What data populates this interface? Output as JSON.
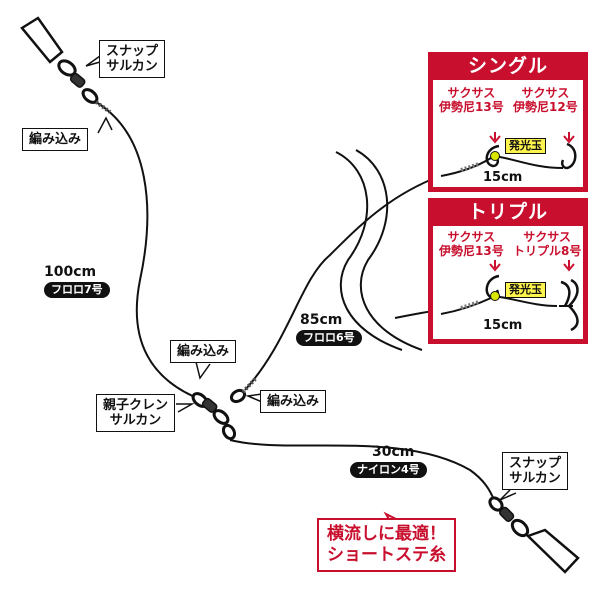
{
  "labels": {
    "snap_top": [
      "スナップ",
      "サルカン"
    ],
    "amikomi_top": "編み込み",
    "main_length": "100cm",
    "main_line": "フロロ7号",
    "amikomi_mid": "編み込み",
    "amikomi_right": "編み込み",
    "swivel": [
      "親子クレン",
      "サルカン"
    ],
    "branch_length": "85cm",
    "branch_line": "フロロ6号",
    "lower_length": "30cm",
    "lower_line": "ナイロン4号",
    "snap_bottom": [
      "スナップ",
      "サルカン"
    ],
    "callout": [
      "横流しに最適！",
      "ショートステ糸"
    ]
  },
  "single": {
    "title": "シングル",
    "hook1": [
      "サクサス",
      "伊勢尼13号"
    ],
    "hook2": [
      "サクサス",
      "伊勢尼12号"
    ],
    "bead": "発光玉",
    "length": "15cm"
  },
  "triple": {
    "title": "トリプル",
    "hook1": [
      "サクサス",
      "伊勢尼13号"
    ],
    "hook2": [
      "サクサス",
      "トリプル8号"
    ],
    "bead": "発光玉",
    "length": "15cm"
  },
  "colors": {
    "accent": "#c8102e",
    "line": "#111111",
    "bead": "#d8e600",
    "tama_bg": "#fff34d"
  }
}
